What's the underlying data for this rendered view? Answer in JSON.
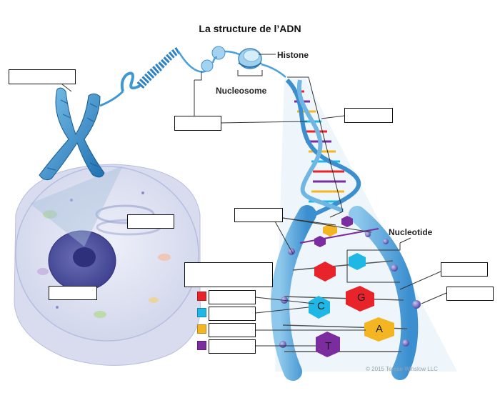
{
  "diagram": {
    "title": "La structure de l’ADN",
    "labels": {
      "histone": "Histone",
      "nucleosome": "Nucleosome",
      "nucleotide": "Nucleotide"
    },
    "bases": {
      "c": "C",
      "g": "G",
      "a": "A",
      "t": "T"
    },
    "legend_colors": [
      "#e8232a",
      "#1fb8e6",
      "#f4b523",
      "#7b2c9e"
    ],
    "copyright": "© 2015 Terese Winslow LLC"
  }
}
